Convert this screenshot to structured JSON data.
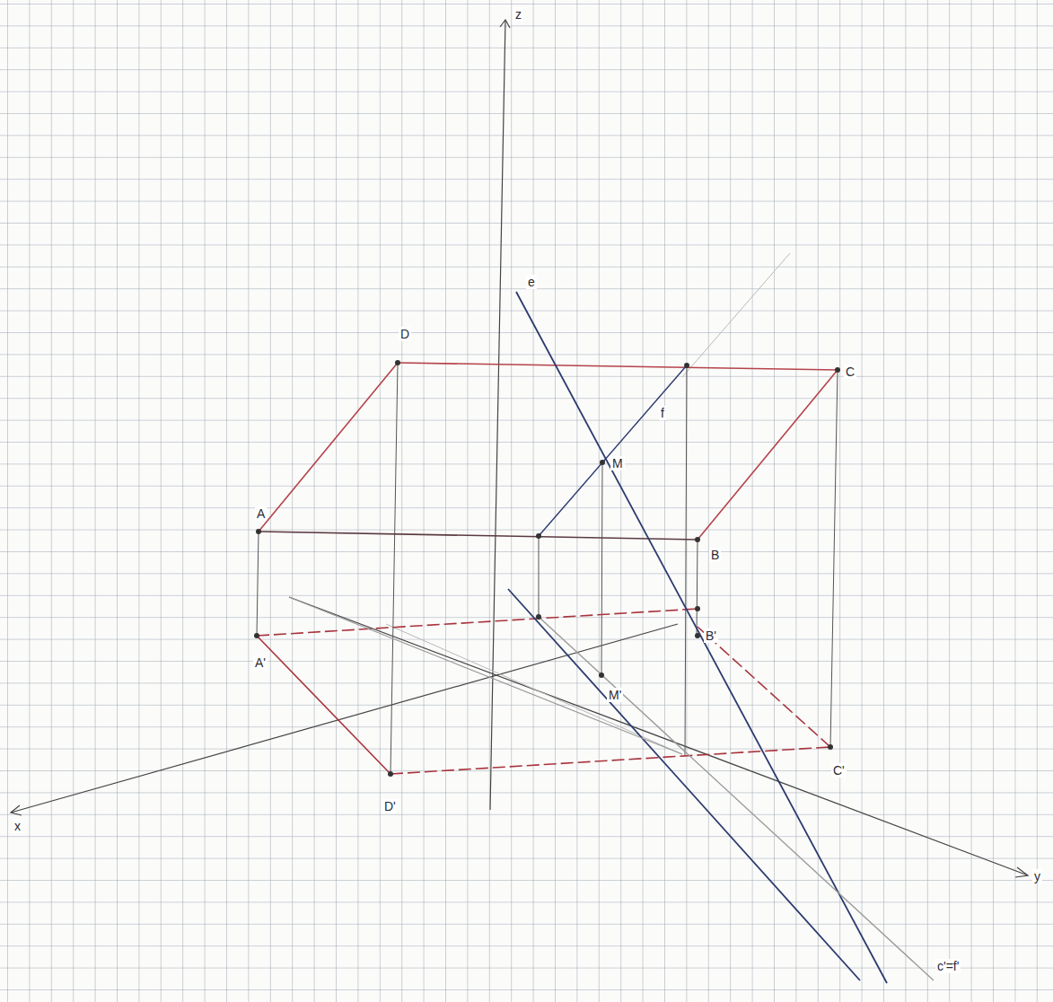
{
  "diagram": {
    "labels": [
      "z",
      "D",
      "C",
      "e",
      "f",
      "M",
      "A",
      "B",
      "A'",
      "B'",
      "M'",
      "D'",
      "C'",
      "c'=f'",
      "x",
      "y"
    ]
  }
}
